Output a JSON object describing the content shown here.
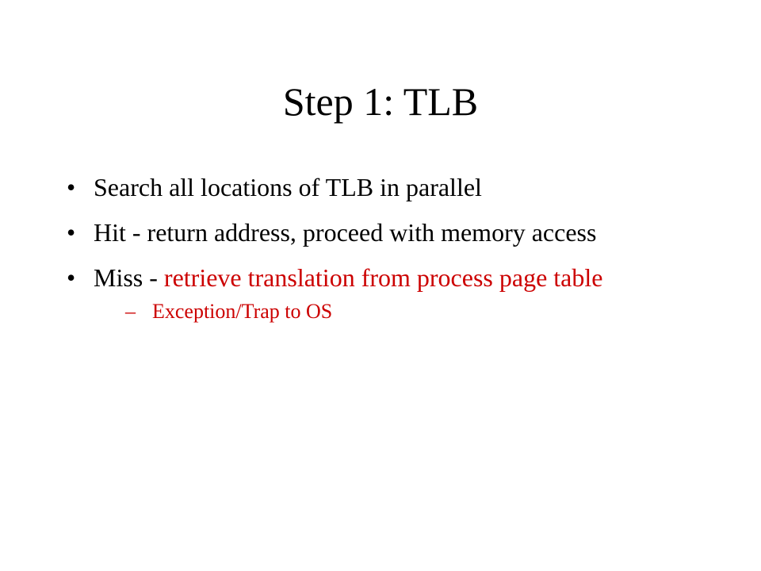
{
  "slide": {
    "title": "Step 1: TLB",
    "bullets": [
      {
        "marker": "•",
        "text": "Search all locations of TLB in parallel"
      },
      {
        "marker": "•",
        "prefix": "Hit - ",
        "text": "return address, proceed with memory access"
      },
      {
        "marker": "•",
        "prefix": "Miss - ",
        "highlight": "retrieve translation from process page table"
      }
    ],
    "sub_bullet": {
      "marker": "–",
      "text": "Exception/Trap to OS"
    }
  },
  "colors": {
    "text": "#000000",
    "accent": "#cc0000",
    "background": "#ffffff"
  }
}
